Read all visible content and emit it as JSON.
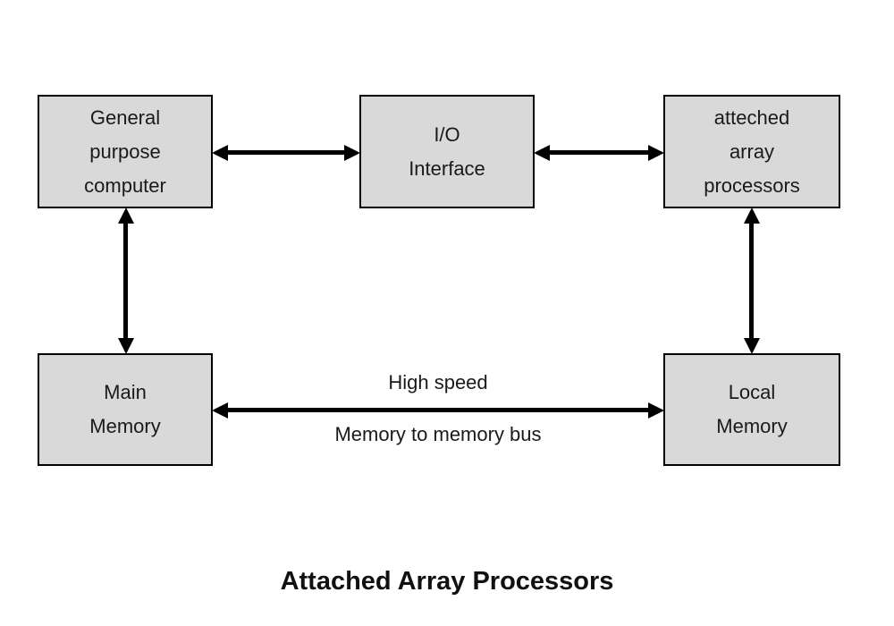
{
  "colors": {
    "background": "#ffffff",
    "box_fill": "#d9d9d9",
    "box_border": "#000000",
    "arrow": "#000000",
    "text": "#1a1a1a"
  },
  "boxes": {
    "general_purpose_computer": {
      "lines": [
        "General",
        "purpose",
        "computer"
      ]
    },
    "io_interface": {
      "lines": [
        "I/O",
        "Interface"
      ]
    },
    "attached_array_processors": {
      "lines": [
        "atteched",
        "array",
        "processors"
      ]
    },
    "main_memory": {
      "lines": [
        "Main",
        "Memory"
      ]
    },
    "local_memory": {
      "lines": [
        "Local",
        "Memory"
      ]
    }
  },
  "bus": {
    "label_top": "High speed",
    "label_bottom": "Memory to memory bus"
  },
  "title": "Attached Array Processors"
}
